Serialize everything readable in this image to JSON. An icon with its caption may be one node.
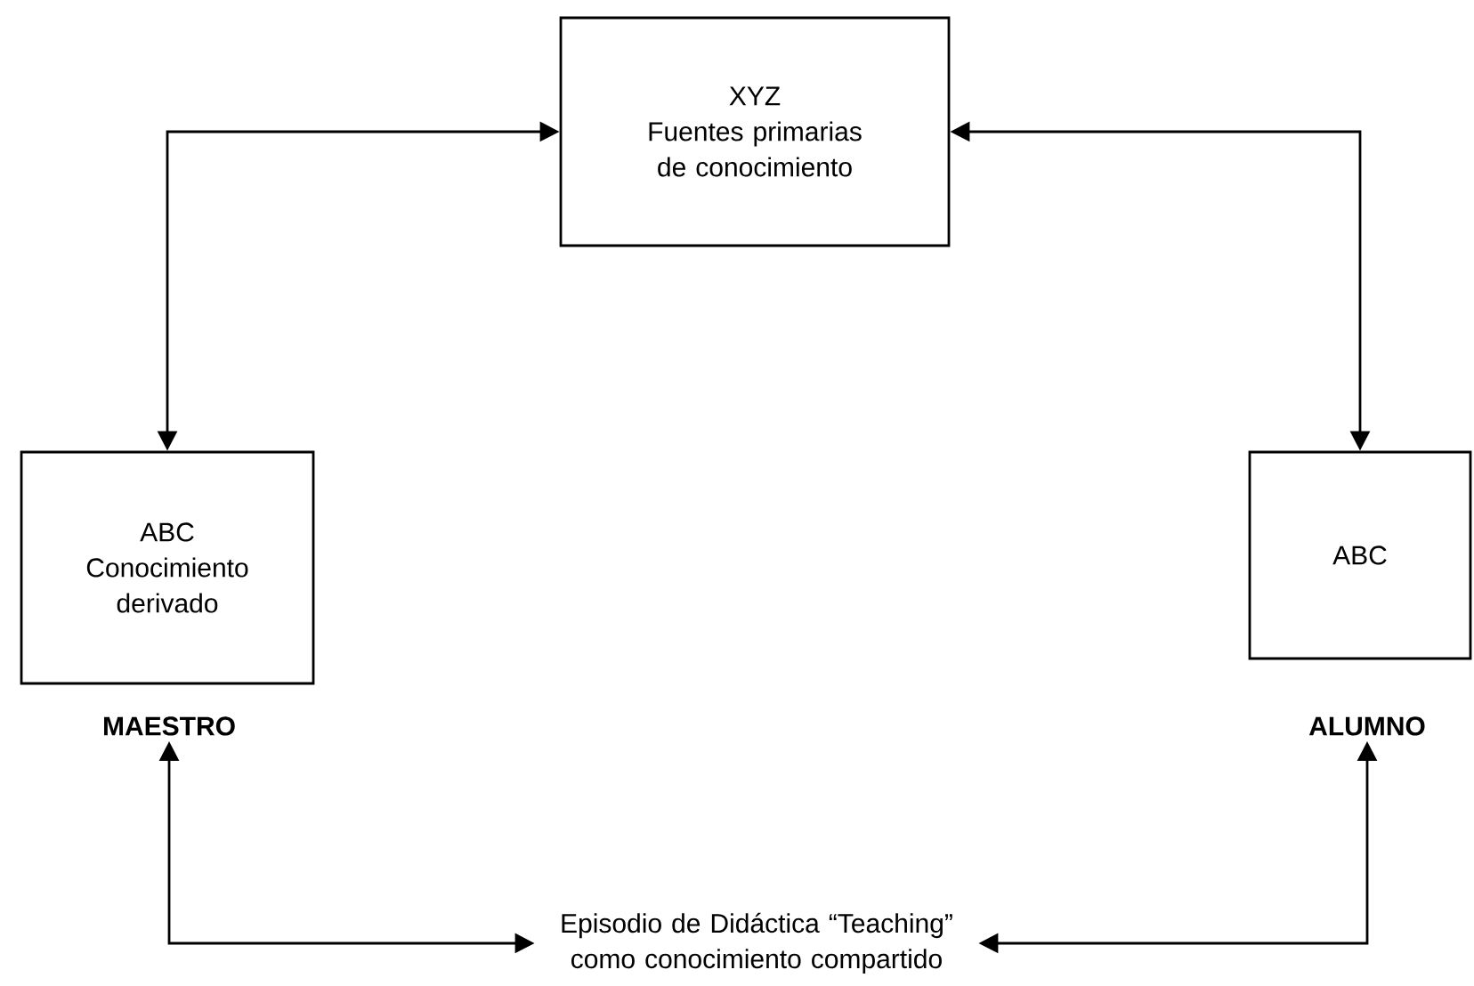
{
  "diagram": {
    "nodes": [
      {
        "text": [
          "XYZ",
          "Fuentes primarias de conocimiento"
        ]
      },
      {
        "text": [
          "ABC",
          "Conocimiento derivado",
          "MAESTRO"
        ]
      },
      {
        "text": [
          "ABC",
          "ALUMNO"
        ]
      },
      {
        "text": [
          "Episodio de Didáctica “Teaching” como conocimiento compartido"
        ]
      }
    ],
    "edges": [
      {
        "from": 0,
        "to": 1,
        "arrow": "both"
      },
      {
        "from": 0,
        "to": 2,
        "arrow": "both"
      },
      {
        "from": 1,
        "to": 3,
        "arrow": "both"
      },
      {
        "from": 2,
        "to": 3,
        "arrow": "both"
      }
    ]
  }
}
